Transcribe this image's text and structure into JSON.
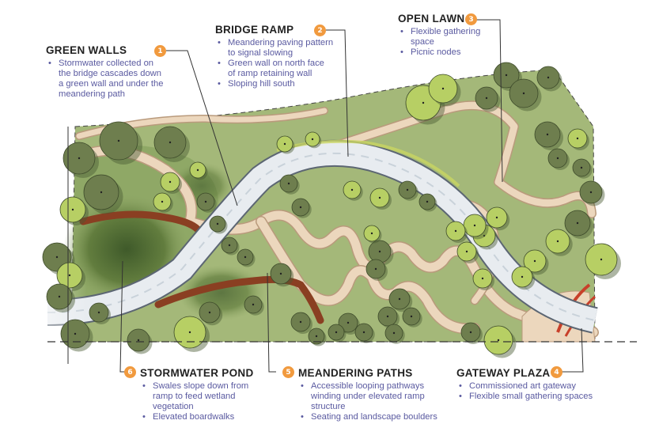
{
  "callouts": [
    {
      "number": "1",
      "title": "GREEN WALLS",
      "bullets": [
        "Stormwater collected on the bridge cascades down a green wall and under the meandering path"
      ]
    },
    {
      "number": "2",
      "title": "BRIDGE RAMP",
      "bullets": [
        "Meandering paving pattern to signal slowing",
        "Green wall on north face of ramp retaining wall",
        "Sloping hill south"
      ]
    },
    {
      "number": "3",
      "title": "OPEN LAWN",
      "bullets": [
        "Flexible gathering space",
        "Picnic nodes"
      ]
    },
    {
      "number": "4",
      "title": "GATEWAY PLAZA",
      "bullets": [
        "Commissioned art gateway",
        "Flexible small gathering spaces"
      ]
    },
    {
      "number": "5",
      "title": "MEANDERING PATHS",
      "bullets": [
        "Accessible looping pathways winding under elevated ramp structure",
        "Seating and landscape boulders"
      ]
    },
    {
      "number": "6",
      "title": "STORMWATER POND",
      "bullets": [
        "Swales slope down from ramp to feed wetland vegetation",
        "Elevated boardwalks"
      ]
    }
  ],
  "colors": {
    "lawn": "#a4b879",
    "lawn_dark": "#7e9a58",
    "path": "#ecd7bd",
    "path_edge": "#b99a7c",
    "ramp": "#e8ecf0",
    "ramp_edge": "#5c6673",
    "boardwalk": "#8a3f22",
    "tree_dark": "#6e7e4e",
    "tree_light": "#b7cf64",
    "badge": "#f19a3e",
    "label_text": "#5a5aa0"
  }
}
